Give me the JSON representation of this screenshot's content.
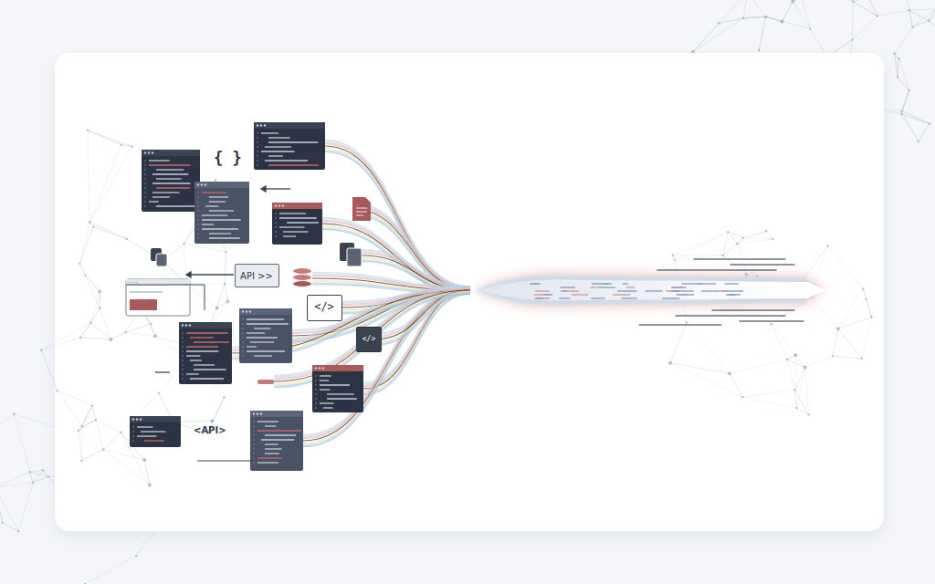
{
  "diagram": {
    "nodes": [
      {
        "text": [
          "API >>"
        ]
      },
      {
        "text": [
          "</>"
        ]
      },
      {
        "text": [
          "</>"
        ]
      }
    ],
    "labels": [
      "{ }",
      "<API>"
    ]
  }
}
